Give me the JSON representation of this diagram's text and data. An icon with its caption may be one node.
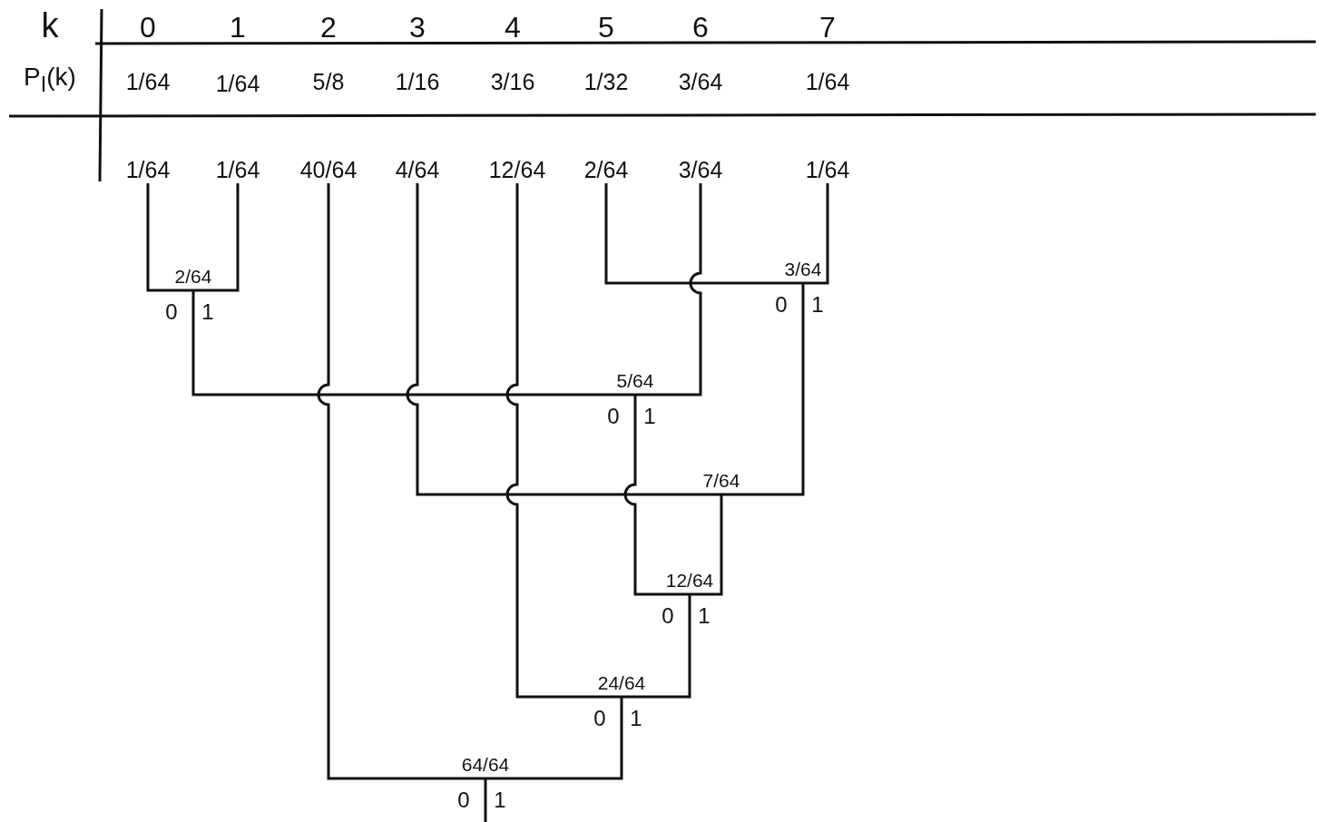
{
  "diagram": {
    "nodes": [
      {
        "text": [
          "1/64"
        ]
      },
      {
        "text": [
          "1/64"
        ]
      },
      {
        "text": [
          "40/64"
        ]
      },
      {
        "text": [
          "4/64"
        ]
      },
      {
        "text": [
          "12/64"
        ]
      },
      {
        "text": [
          "2/64"
        ]
      },
      {
        "text": [
          "3/64"
        ]
      },
      {
        "text": [
          "1/64"
        ]
      },
      {
        "text": [
          "2/64"
        ]
      },
      {
        "text": [
          "3/64"
        ]
      },
      {
        "text": [
          "5/64"
        ]
      },
      {
        "text": [
          "7/64"
        ]
      },
      {
        "text": [
          "12/64"
        ]
      },
      {
        "text": [
          "24/64"
        ]
      },
      {
        "text": [
          "64/64"
        ]
      }
    ],
    "edges": [
      {
        "from": 0,
        "to": 8,
        "arrow": "none"
      },
      {
        "from": 1,
        "to": 8,
        "arrow": "none"
      },
      {
        "from": 5,
        "to": 9,
        "arrow": "none"
      },
      {
        "from": 7,
        "to": 9,
        "arrow": "none"
      },
      {
        "from": 8,
        "to": 10,
        "arrow": "none"
      },
      {
        "from": 6,
        "to": 10,
        "arrow": "none"
      },
      {
        "from": 3,
        "to": 11,
        "arrow": "none"
      },
      {
        "from": 9,
        "to": 11,
        "arrow": "none"
      },
      {
        "from": 10,
        "to": 12,
        "arrow": "none"
      },
      {
        "from": 11,
        "to": 12,
        "arrow": "none"
      },
      {
        "from": 4,
        "to": 13,
        "arrow": "none"
      },
      {
        "from": 12,
        "to": 13,
        "arrow": "none"
      },
      {
        "from": 2,
        "to": 14,
        "arrow": "none"
      },
      {
        "from": 13,
        "to": 14,
        "arrow": "none"
      },
      {
        "from": 14,
        "to": null,
        "arrow": "none"
      }
    ],
    "labels": [
      "k",
      "0",
      "1",
      "2",
      "3",
      "4",
      "5",
      "6",
      "7",
      "P$_{I}$(k)",
      "1/64",
      "1/64",
      "5/8",
      "1/16",
      "3/16",
      "1/32",
      "3/64",
      "1/64",
      "0",
      "1",
      "0",
      "1",
      "0",
      "1",
      "0",
      "1",
      "0",
      "1",
      "0",
      "1"
    ]
  }
}
